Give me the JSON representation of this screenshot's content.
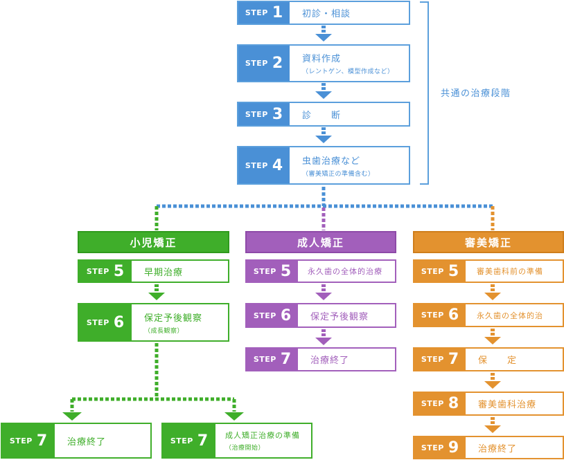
{
  "step_word": "STEP",
  "common_label": "共通の治療段階",
  "common_steps": [
    {
      "num": "1",
      "title": "初診・相談",
      "sub": ""
    },
    {
      "num": "2",
      "title": "資料作成",
      "sub": "（レントゲン、模型作成など）"
    },
    {
      "num": "3",
      "title": "診　　断",
      "sub": ""
    },
    {
      "num": "4",
      "title": "虫歯治療など",
      "sub": "（審美矯正の準備含む）"
    }
  ],
  "child": {
    "header": "小児矯正",
    "steps": [
      {
        "num": "5",
        "title": "早期治療",
        "sub": ""
      },
      {
        "num": "6",
        "title": "保定予後観察",
        "sub": "（成長観察）"
      }
    ],
    "branches": [
      {
        "num": "7",
        "title": "治療終了",
        "sub": ""
      },
      {
        "num": "7",
        "title": "成人矯正治療の準備",
        "sub": "（治療開始）"
      }
    ]
  },
  "adult": {
    "header": "成人矯正",
    "steps": [
      {
        "num": "5",
        "title": "永久歯の全体的治療",
        "sub": ""
      },
      {
        "num": "6",
        "title": "保定予後観察",
        "sub": ""
      },
      {
        "num": "7",
        "title": "治療終了",
        "sub": ""
      }
    ]
  },
  "aesthetic": {
    "header": "審美矯正",
    "steps": [
      {
        "num": "5",
        "title": "審美歯科前の準備",
        "sub": ""
      },
      {
        "num": "6",
        "title": "永久歯の全体的治",
        "sub": ""
      },
      {
        "num": "7",
        "title": "保　　定",
        "sub": ""
      },
      {
        "num": "8",
        "title": "審美歯科治療",
        "sub": ""
      },
      {
        "num": "9",
        "title": "治療終了",
        "sub": ""
      }
    ]
  },
  "colors": {
    "common": "#4a90d6",
    "child": "#3fae2a",
    "adult": "#a25fbb",
    "aesthetic": "#e3922f"
  }
}
